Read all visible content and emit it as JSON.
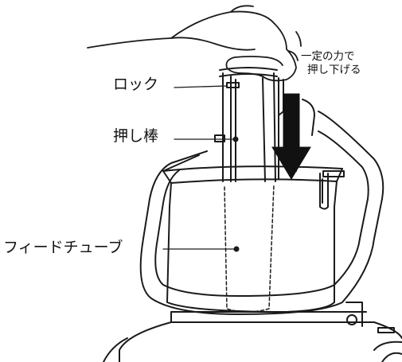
{
  "labels": {
    "lock": "ロック",
    "pusher": "押し棒",
    "feed_tube": "フィードチューブ"
  },
  "instruction": {
    "line1": "一定の力で",
    "line2": "押し下げる"
  },
  "colors": {
    "line": "#1a1a1a",
    "arrow": "#111111",
    "background": "#ffffff"
  }
}
